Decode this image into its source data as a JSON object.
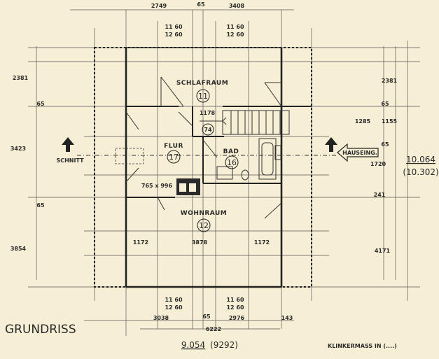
{
  "title": "GRUNDRISS",
  "scale_note": "KLINKERMASS IN (....)",
  "section_label": "SCHNITT",
  "entrance_label": "HAUSEING.",
  "rooms": {
    "schlafraum": {
      "label": "SCHLAFRAUM",
      "number": "11"
    },
    "flur": {
      "label": "FLUR",
      "number": "17"
    },
    "bad": {
      "label": "BAD",
      "number": "16"
    },
    "wohnraum": {
      "label": "WOHNRAUM",
      "number": "12"
    },
    "stair": {
      "number": "74"
    }
  },
  "chimney_size": "765 x 996",
  "stair_width": "1178",
  "dims": {
    "top": [
      "2749",
      "65",
      "3408"
    ],
    "window_top": [
      "11 60",
      "12 60",
      "11 60",
      "12 60"
    ],
    "window_bottom": [
      "11 60",
      "12 60",
      "11 60",
      "12 60"
    ],
    "bottom": [
      "3038",
      "65",
      "2976",
      "143",
      "6222"
    ],
    "total_width": "9.054",
    "total_width_brick": "(9292)",
    "left": [
      "2381",
      "65",
      "3423",
      "65",
      "3854"
    ],
    "right": [
      "2381",
      "65",
      "1285",
      "1155",
      "65",
      "1720",
      "241",
      "4171"
    ],
    "total_height": "10.064",
    "total_height_brick": "(10.302)",
    "living": [
      "1172",
      "3878",
      "1172"
    ]
  }
}
